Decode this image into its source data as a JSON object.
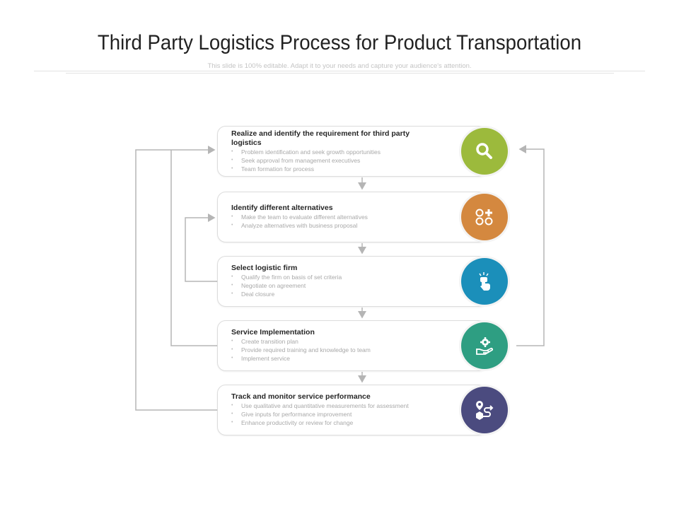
{
  "title": "Third Party Logistics Process for Product Transportation",
  "subtitle": "This slide is 100% editable. Adapt it to your needs and capture your audience's attention.",
  "steps": [
    {
      "heading": "Realize and identify the requirement for third party logistics",
      "bullets": [
        "Problem identification and seek growth opportunities",
        "Seek approval from management executives",
        "Team formation for process"
      ],
      "icon": "search-icon",
      "color": "#9cba3c"
    },
    {
      "heading": "Identify different alternatives",
      "bullets": [
        "Make the team to evaluate different alternatives",
        "Analyze alternatives with business proposal"
      ],
      "icon": "options-add-icon",
      "color": "#d4883f"
    },
    {
      "heading": "Select logistic firm",
      "bullets": [
        "Qualify the firm on basis of set criteria",
        "Negotiate on agreement",
        "Deal closure"
      ],
      "icon": "tap-hand-icon",
      "color": "#1b8fba"
    },
    {
      "heading": "Service Implementation",
      "bullets": [
        "Create transition plan",
        "Provide required training and knowledge to team",
        "Implement service"
      ],
      "icon": "gear-hand-icon",
      "color": "#2e9e82"
    },
    {
      "heading": "Track and monitor service performance",
      "bullets": [
        "Use qualitative and quantitative measurements for assessment",
        "Give inputs for performance improvement",
        "Enhance productivity or review for change"
      ],
      "icon": "route-delivery-icon",
      "color": "#4b4b7f"
    }
  ]
}
